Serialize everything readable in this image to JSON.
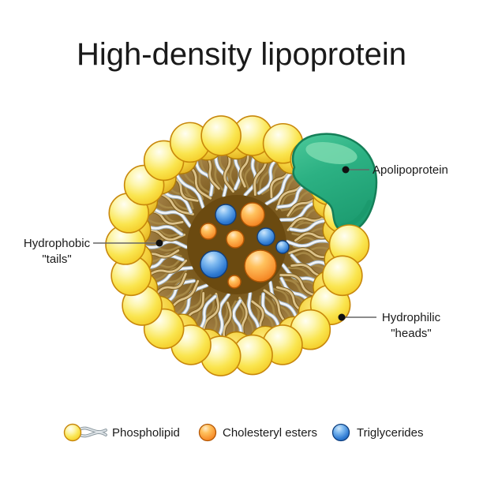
{
  "title": "High-density lipoprotein",
  "labels": {
    "apolipoprotein": "Apolipoprotein",
    "hydrophobic_line1": "Hydrophobic",
    "hydrophobic_line2": "\"tails\"",
    "hydrophilic_line1": "Hydrophilic",
    "hydrophilic_line2": "\"heads\""
  },
  "legend": [
    {
      "icon": "phospholipid-icon",
      "label": "Phospholipid"
    },
    {
      "icon": "cholesteryl-esters-icon",
      "label": "Cholesteryl esters"
    },
    {
      "icon": "triglycerides-icon",
      "label": "Triglycerides"
    }
  ],
  "colors": {
    "background": "#ffffff",
    "text": "#1a1a1a",
    "leader_line": "#666666",
    "leader_dot": "#111111",
    "phospholipid_head_yellow": "#f9e14e",
    "head_outline": "#c8870b",
    "inner_head_gold": "#f3cf3a",
    "inner_head_outline": "#b07a06",
    "tail_white": "#f2f5f8",
    "tail_white_outline": "#9fb0bf",
    "tail_tan": "#dcc28a",
    "tail_tan_outline": "#7c5c1e",
    "tail_mid": "#a98b48",
    "core_brown": "#6b4a10",
    "cholesteryl_orange": "#f89330",
    "orange_outline": "#b45705",
    "triglyceride_blue": "#2e7ad2",
    "blue_outline": "#0f3f7e",
    "apolipoprotein_green": "#2cb183",
    "apolipoprotein_highlight": "#7fdcb2",
    "apolipoprotein_outline": "#157f58"
  }
}
